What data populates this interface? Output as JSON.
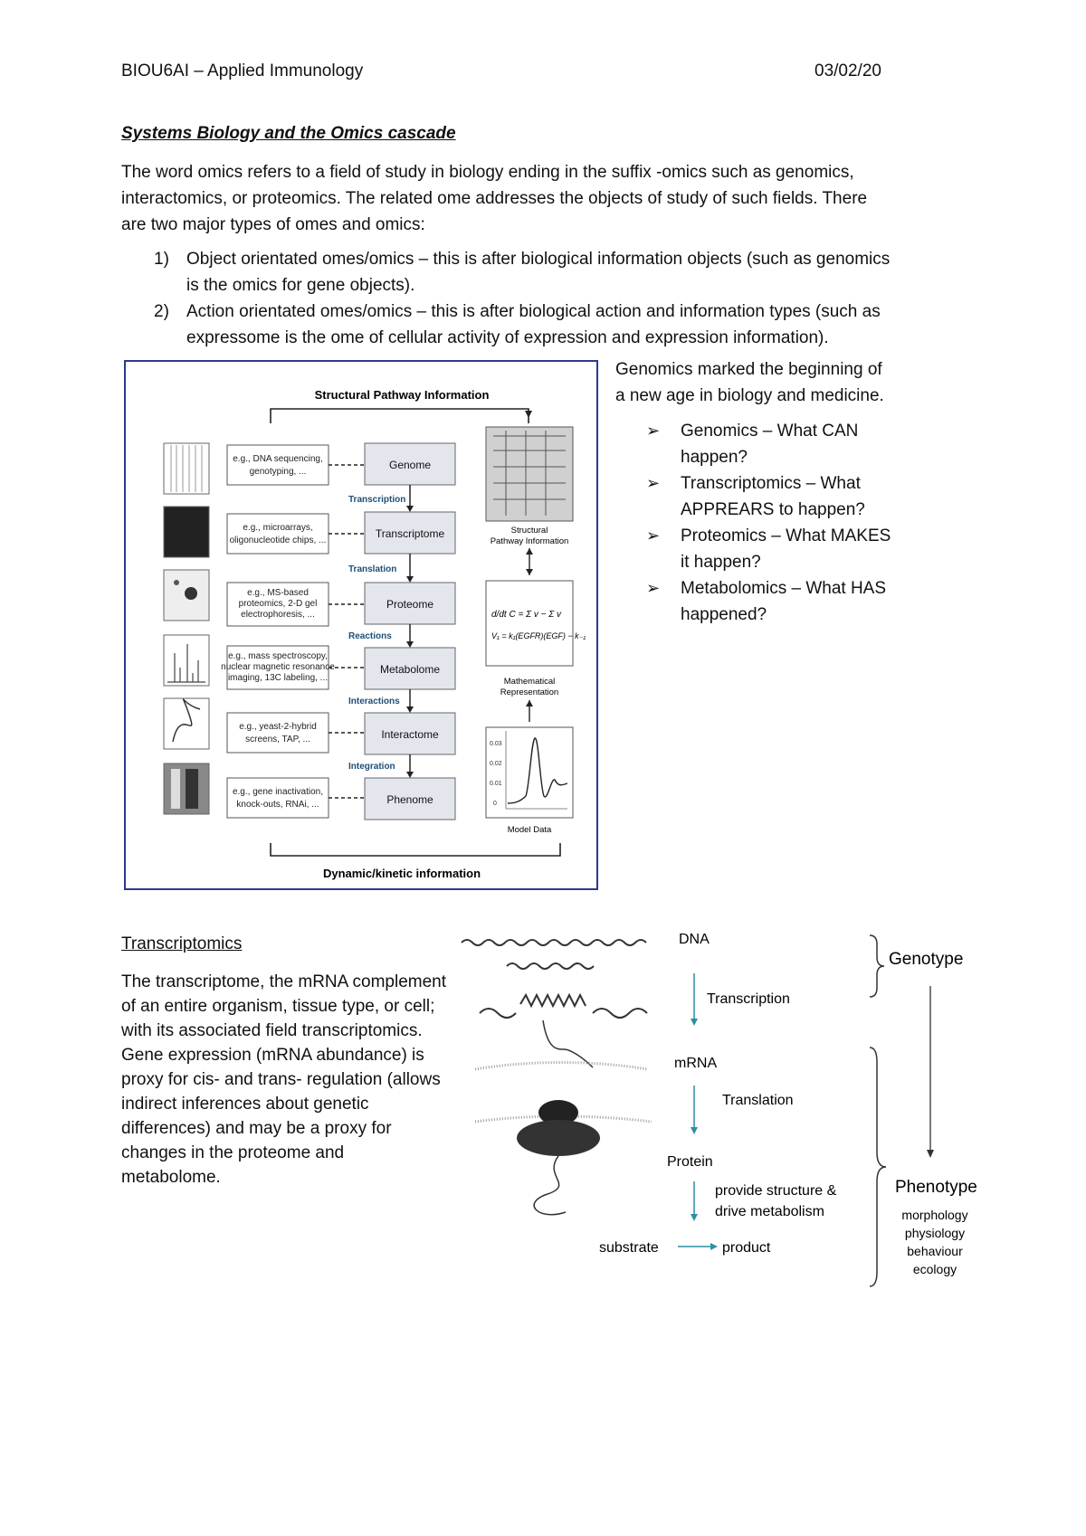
{
  "header": {
    "course": "BIOU6AI – Applied Immunology",
    "date": "03/02/20"
  },
  "section1": {
    "title": "Systems Biology and the Omics cascade",
    "intro": [
      "The word omics refers to a field of study in biology ending in the suffix -omics such as genomics,",
      "interactomics, or proteomics. The related ome addresses the objects of study of such fields. There",
      "are two major types of omes and omics:"
    ],
    "items": [
      {
        "num": "1)",
        "line1": "Object orientated omes/omics – this is after biological information objects (such as genomics",
        "line2": "is the omics for gene objects)."
      },
      {
        "num": "2)",
        "line1": "Action orientated omes/omics – this is after biological action and information types (such as",
        "line2": "expressome is the ome of cellular activity of expression and expression information)."
      }
    ]
  },
  "side": {
    "intro": [
      "Genomics marked the beginning of",
      "a new age in biology and medicine."
    ],
    "bullets": [
      {
        "l1": "Genomics – What CAN",
        "l2": "happen?"
      },
      {
        "l1": "Transcriptomics – What",
        "l2": "APPREARS to happen?"
      },
      {
        "l1": "Proteomics – What MAKES",
        "l2": "it happen?"
      },
      {
        "l1": "Metabolomics – What HAS",
        "l2": "happened?"
      }
    ]
  },
  "figure1": {
    "top_label": "Structural Pathway Information",
    "bottom_label": "Dynamic/kinetic information",
    "methods": [
      [
        "e.g., DNA sequencing,",
        "genotyping, ..."
      ],
      [
        "e.g., microarrays,",
        "oligonucleotide chips, ..."
      ],
      [
        "e.g., MS-based",
        "proteomics, 2-D gel",
        "electrophoresis, ..."
      ],
      [
        "e.g., mass spectroscopy,",
        "nuclear magnetic resonance",
        "imaging, 13C labeling, ..."
      ],
      [
        "e.g., yeast-2-hybrid",
        "screens, TAP, ..."
      ],
      [
        "e.g., gene inactivation,",
        "knock-outs, RNAi, ..."
      ]
    ],
    "omes": [
      "Genome",
      "Transcriptome",
      "Proteome",
      "Metabolome",
      "Interactome",
      "Phenome"
    ],
    "processes": [
      "Transcription",
      "Translation",
      "Reactions",
      "Interactions",
      "Integration"
    ],
    "right_labels": {
      "structural": [
        "Structural",
        "Pathway Information"
      ],
      "math": [
        "Mathematical",
        "Representation"
      ],
      "model": "Model Data",
      "model_ticks": [
        "0.03",
        "0.02",
        "0.01",
        "0"
      ]
    }
  },
  "section2": {
    "title": "Transcriptomics",
    "lines": [
      "The transcriptome, the mRNA complement",
      "of an entire organism, tissue type, or cell;",
      "with its associated field transcriptomics.",
      "Gene expression (mRNA abundance) is",
      "proxy for cis- and trans- regulation (allows",
      "indirect inferences about genetic",
      "differences) and may be a proxy for",
      "changes in the proteome and",
      "metabolome."
    ]
  },
  "dogma": {
    "dna": "DNA",
    "transcription": "Transcription",
    "mrna": "mRNA",
    "translation": "Translation",
    "protein": "Protein",
    "provide1": "provide structure &",
    "provide2": "drive metabolism",
    "substrate": "substrate",
    "product": "product",
    "genotype": "Genotype",
    "phenotype": "Phenotype",
    "traits": [
      "morphology",
      "physiology",
      "behaviour",
      "ecology"
    ]
  }
}
